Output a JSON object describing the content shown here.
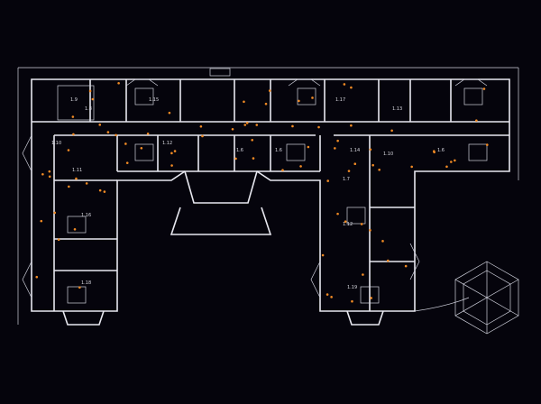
{
  "drawing": {
    "type": "architectural floor plan",
    "room_labels": [
      "1.9",
      "1.8",
      "1.10",
      "1.12",
      "1.6",
      "1.6",
      "1.15",
      "1.17",
      "1.10",
      "1.14",
      "1.6",
      "1.7",
      "1.13",
      "1.11",
      "1.16",
      "1.12",
      "1.18",
      "1.19"
    ],
    "colors": {
      "background": "#05040c",
      "walls": "#e8e8f0",
      "fixtures": "#f08a24",
      "accent": "#3cc85a"
    }
  }
}
